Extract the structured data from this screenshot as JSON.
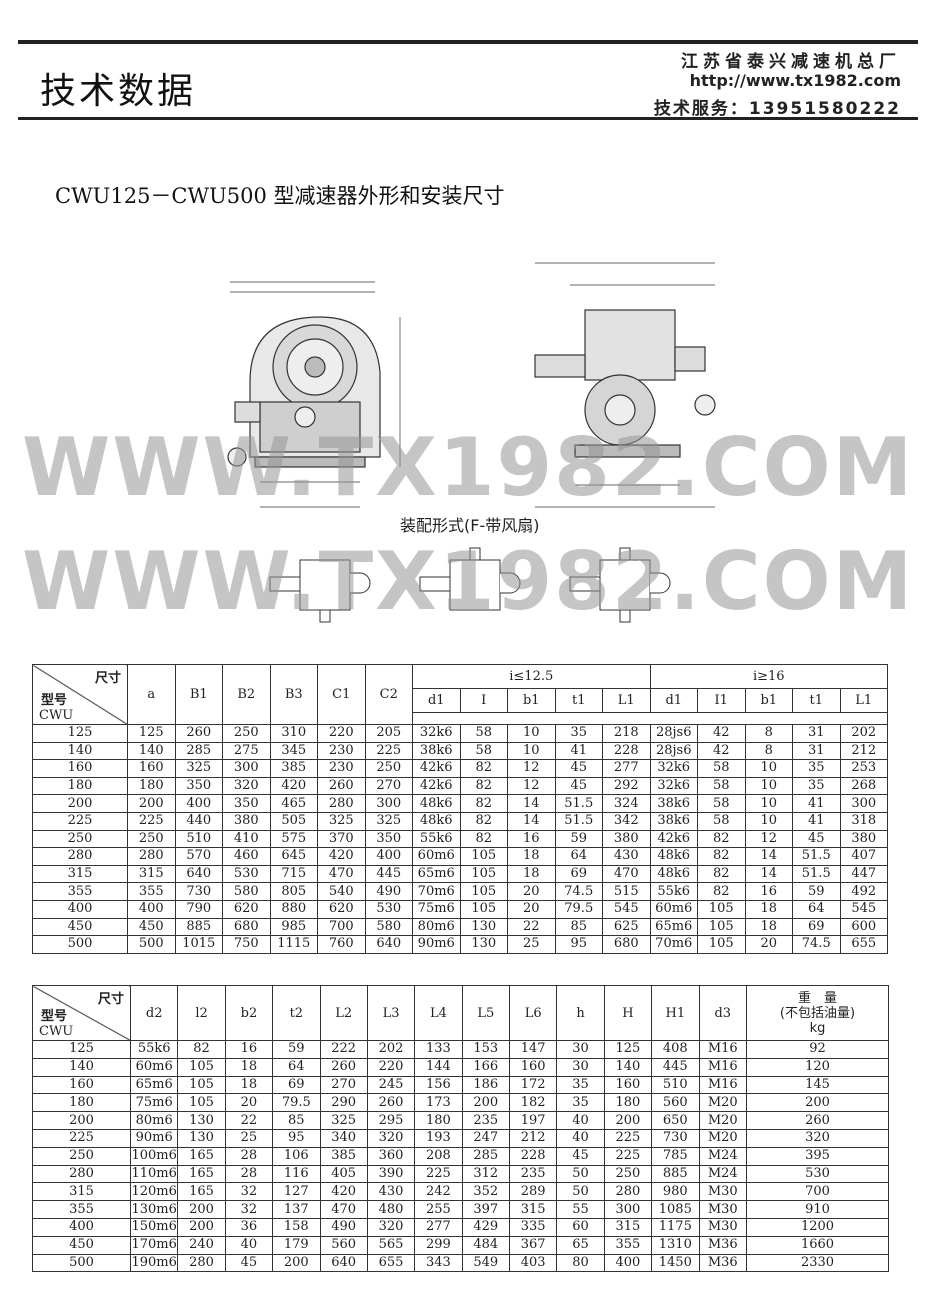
{
  "header": {
    "title": "技术数据",
    "company": "江苏省泰兴减速机总厂",
    "url": "http://www.tx1982.com",
    "service": "技术服务：13951580222"
  },
  "subtitle": "CWU125－CWU500 型减速器外形和安装尺寸",
  "assembly_label": "装配形式(F-带风扇)",
  "watermark": "WWW.TX1982.COM",
  "table1": {
    "corner": {
      "top": "尺寸",
      "model": "型号",
      "series": "CWU"
    },
    "group_low": "i≤12.5",
    "group_high": "i≥16",
    "columns": [
      "a",
      "B1",
      "B2",
      "B3",
      "C1",
      "C2"
    ],
    "low_columns": [
      "d1",
      "I",
      "b1",
      "t1",
      "L1"
    ],
    "high_columns": [
      "d1",
      "I1",
      "b1",
      "t1",
      "L1"
    ],
    "rows": [
      [
        "125",
        "125",
        "260",
        "250",
        "310",
        "220",
        "205",
        "32k6",
        "58",
        "10",
        "35",
        "218",
        "28js6",
        "42",
        "8",
        "31",
        "202"
      ],
      [
        "140",
        "140",
        "285",
        "275",
        "345",
        "230",
        "225",
        "38k6",
        "58",
        "10",
        "41",
        "228",
        "28js6",
        "42",
        "8",
        "31",
        "212"
      ],
      [
        "160",
        "160",
        "325",
        "300",
        "385",
        "230",
        "250",
        "42k6",
        "82",
        "12",
        "45",
        "277",
        "32k6",
        "58",
        "10",
        "35",
        "253"
      ],
      [
        "180",
        "180",
        "350",
        "320",
        "420",
        "260",
        "270",
        "42k6",
        "82",
        "12",
        "45",
        "292",
        "32k6",
        "58",
        "10",
        "35",
        "268"
      ],
      [
        "200",
        "200",
        "400",
        "350",
        "465",
        "280",
        "300",
        "48k6",
        "82",
        "14",
        "51.5",
        "324",
        "38k6",
        "58",
        "10",
        "41",
        "300"
      ],
      [
        "225",
        "225",
        "440",
        "380",
        "505",
        "325",
        "325",
        "48k6",
        "82",
        "14",
        "51.5",
        "342",
        "38k6",
        "58",
        "10",
        "41",
        "318"
      ],
      [
        "250",
        "250",
        "510",
        "410",
        "575",
        "370",
        "350",
        "55k6",
        "82",
        "16",
        "59",
        "380",
        "42k6",
        "82",
        "12",
        "45",
        "380"
      ],
      [
        "280",
        "280",
        "570",
        "460",
        "645",
        "420",
        "400",
        "60m6",
        "105",
        "18",
        "64",
        "430",
        "48k6",
        "82",
        "14",
        "51.5",
        "407"
      ],
      [
        "315",
        "315",
        "640",
        "530",
        "715",
        "470",
        "445",
        "65m6",
        "105",
        "18",
        "69",
        "470",
        "48k6",
        "82",
        "14",
        "51.5",
        "447"
      ],
      [
        "355",
        "355",
        "730",
        "580",
        "805",
        "540",
        "490",
        "70m6",
        "105",
        "20",
        "74.5",
        "515",
        "55k6",
        "82",
        "16",
        "59",
        "492"
      ],
      [
        "400",
        "400",
        "790",
        "620",
        "880",
        "620",
        "530",
        "75m6",
        "105",
        "20",
        "79.5",
        "545",
        "60m6",
        "105",
        "18",
        "64",
        "545"
      ],
      [
        "450",
        "450",
        "885",
        "680",
        "985",
        "700",
        "580",
        "80m6",
        "130",
        "22",
        "85",
        "625",
        "65m6",
        "105",
        "18",
        "69",
        "600"
      ],
      [
        "500",
        "500",
        "1015",
        "750",
        "1115",
        "760",
        "640",
        "90m6",
        "130",
        "25",
        "95",
        "680",
        "70m6",
        "105",
        "20",
        "74.5",
        "655"
      ]
    ]
  },
  "table2": {
    "corner": {
      "top": "尺寸",
      "model": "型号",
      "series": "CWU"
    },
    "columns": [
      "d2",
      "l2",
      "b2",
      "t2",
      "L2",
      "L3",
      "L4",
      "L5",
      "L6",
      "h",
      "H",
      "H1",
      "d3"
    ],
    "weight_header": {
      "line1": "重　量",
      "line2": "(不包括油量)",
      "unit": "kg"
    },
    "rows": [
      [
        "125",
        "55k6",
        "82",
        "16",
        "59",
        "222",
        "202",
        "133",
        "153",
        "147",
        "30",
        "125",
        "408",
        "M16",
        "92"
      ],
      [
        "140",
        "60m6",
        "105",
        "18",
        "64",
        "260",
        "220",
        "144",
        "166",
        "160",
        "30",
        "140",
        "445",
        "M16",
        "120"
      ],
      [
        "160",
        "65m6",
        "105",
        "18",
        "69",
        "270",
        "245",
        "156",
        "186",
        "172",
        "35",
        "160",
        "510",
        "M16",
        "145"
      ],
      [
        "180",
        "75m6",
        "105",
        "20",
        "79.5",
        "290",
        "260",
        "173",
        "200",
        "182",
        "35",
        "180",
        "560",
        "M20",
        "200"
      ],
      [
        "200",
        "80m6",
        "130",
        "22",
        "85",
        "325",
        "295",
        "180",
        "235",
        "197",
        "40",
        "200",
        "650",
        "M20",
        "260"
      ],
      [
        "225",
        "90m6",
        "130",
        "25",
        "95",
        "340",
        "320",
        "193",
        "247",
        "212",
        "40",
        "225",
        "730",
        "M20",
        "320"
      ],
      [
        "250",
        "100m6",
        "165",
        "28",
        "106",
        "385",
        "360",
        "208",
        "285",
        "228",
        "45",
        "225",
        "785",
        "M24",
        "395"
      ],
      [
        "280",
        "110m6",
        "165",
        "28",
        "116",
        "405",
        "390",
        "225",
        "312",
        "235",
        "50",
        "250",
        "885",
        "M24",
        "530"
      ],
      [
        "315",
        "120m6",
        "165",
        "32",
        "127",
        "420",
        "430",
        "242",
        "352",
        "289",
        "50",
        "280",
        "980",
        "M30",
        "700"
      ],
      [
        "355",
        "130m6",
        "200",
        "32",
        "137",
        "470",
        "480",
        "255",
        "397",
        "315",
        "55",
        "300",
        "1085",
        "M30",
        "910"
      ],
      [
        "400",
        "150m6",
        "200",
        "36",
        "158",
        "490",
        "320",
        "277",
        "429",
        "335",
        "60",
        "315",
        "1175",
        "M30",
        "1200"
      ],
      [
        "450",
        "170m6",
        "240",
        "40",
        "179",
        "560",
        "565",
        "299",
        "484",
        "367",
        "65",
        "355",
        "1310",
        "M36",
        "1660"
      ],
      [
        "500",
        "190m6",
        "280",
        "45",
        "200",
        "640",
        "655",
        "343",
        "549",
        "403",
        "80",
        "400",
        "1450",
        "M36",
        "2330"
      ]
    ]
  }
}
